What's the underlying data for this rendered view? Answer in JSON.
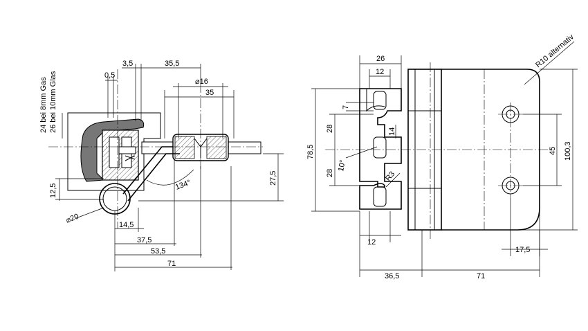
{
  "left_view": {
    "dims": {
      "d_0_5": "0,5",
      "d_3_5": "3,5",
      "d_35_5": "35,5",
      "d_phi16": "⌀16",
      "d_35": "35",
      "d_24": "24 bei 8mm Gas",
      "d_26": "26 bei 10mm Glas",
      "d_12_5": "12,5",
      "d_27_5": "27,5",
      "d_134": "134°",
      "d_phi20": "⌀20",
      "d_14_5": "14,5",
      "d_37_5": "37,5",
      "d_53_5": "53,5",
      "d_71": "71"
    }
  },
  "right_view": {
    "dims": {
      "d_26": "26",
      "d_12_top": "12",
      "d_r10": "R10 alternativ",
      "d_7": "7",
      "d_28a": "28",
      "d_78_5": "78,5",
      "d_14": "14",
      "d_28b": "28",
      "d_10deg": "10°",
      "d_r3": "R3",
      "d_45": "45",
      "d_100_3": "100,3",
      "d_12_bottom": "12",
      "d_17_5": "17,5",
      "d_36_5": "36,5",
      "d_71": "71"
    }
  }
}
